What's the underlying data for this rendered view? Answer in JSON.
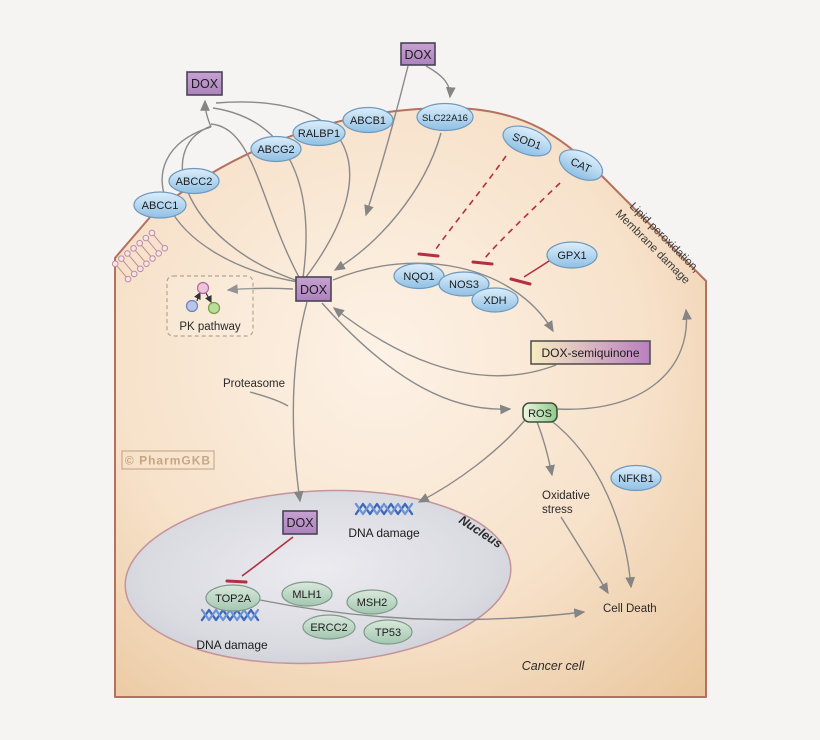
{
  "watermark": "© PharmGKB",
  "drug_boxes": {
    "efflux": "DOX",
    "entry": "DOX",
    "cytoplasm": "DOX",
    "nucleus": "DOX"
  },
  "metabolites": {
    "dox_semiquinone": "DOX-semiquinone",
    "ros": "ROS"
  },
  "genes": {
    "abcc1": "ABCC1",
    "abcc2": "ABCC2",
    "abcg2": "ABCG2",
    "ralbp1": "RALBP1",
    "abcb1": "ABCB1",
    "slc22a16": "SLC22A16",
    "sod1": "SOD1",
    "cat": "CAT",
    "gpx1": "GPX1",
    "nqo1": "NQO1",
    "nos3": "NOS3",
    "xdh": "XDH",
    "nfkb1": "NFKB1",
    "top2a": "TOP2A",
    "mlh1": "MLH1",
    "msh2": "MSH2",
    "ercc2": "ERCC2",
    "tp53": "TP53"
  },
  "labels": {
    "pk_pathway": "PK pathway",
    "proteasome": "Proteasome",
    "oxidative_stress_1": "Oxidative",
    "oxidative_stress_2": "stress",
    "cell_death": "Cell Death",
    "cancer_cell": "Cancer cell",
    "nucleus": "Nucleus",
    "lipid_1": "Lipid peroxidation,",
    "lipid_2": "Membrane damage",
    "dna_damage_top": "DNA damage",
    "dna_damage_nucleus": "DNA damage"
  },
  "colors": {
    "background": "#f5f4f2",
    "cell_fill_center": "#fdf2e6",
    "cell_fill_edge": "#e9c69c",
    "membrane_stroke": "#b5705e",
    "nucleus_fill": "#d9d9e0",
    "nucleus_stroke": "#c4949c",
    "dox_box_fill": "#b993c5",
    "dox_box_stroke": "#4a4456",
    "blue_node_top": "#dceefb",
    "blue_node_bottom": "#8fc0e4",
    "green_node_top": "#d9e8dc",
    "green_node_bottom": "#a3c7b0",
    "ros_fill": "#9fd49b",
    "ros_stroke": "#3c503c",
    "semiquinone_left": "#f7ecc0",
    "semiquinone_right": "#b97fc0",
    "arrow": "#8a8a8a",
    "inhibition": "#b23040",
    "dna_icon": "#3a68bc",
    "watermark": "#9e7546"
  }
}
